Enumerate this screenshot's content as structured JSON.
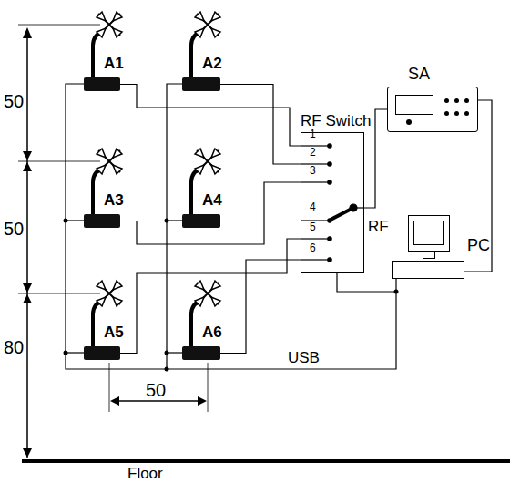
{
  "diagram": {
    "nodes": [
      {
        "text": [
          "A1"
        ]
      },
      {
        "text": [
          "A2"
        ]
      },
      {
        "text": [
          "A3"
        ]
      },
      {
        "text": [
          "A4"
        ]
      },
      {
        "text": [
          "A5"
        ]
      },
      {
        "text": [
          "A6"
        ]
      },
      {
        "text": [
          "RF Switch"
        ]
      },
      {
        "text": [
          "SA"
        ]
      },
      {
        "text": [
          "PC"
        ]
      }
    ],
    "edges": [
      {
        "from": 0,
        "to": 6,
        "arrow": "none"
      },
      {
        "from": 1,
        "to": 6,
        "arrow": "none"
      },
      {
        "from": 2,
        "to": 6,
        "arrow": "none"
      },
      {
        "from": 3,
        "to": 6,
        "arrow": "none"
      },
      {
        "from": 4,
        "to": 6,
        "arrow": "none"
      },
      {
        "from": 5,
        "to": 6,
        "arrow": "none"
      },
      {
        "from": 6,
        "to": 7,
        "arrow": "none"
      },
      {
        "from": 6,
        "to": 8,
        "arrow": "none"
      },
      {
        "from": 7,
        "to": 8,
        "arrow": "none"
      }
    ],
    "labels": [
      "50",
      "50",
      "80",
      "50",
      "1",
      "2",
      "3",
      "4",
      "5",
      "6",
      "RF",
      "USB",
      "Floor"
    ]
  }
}
